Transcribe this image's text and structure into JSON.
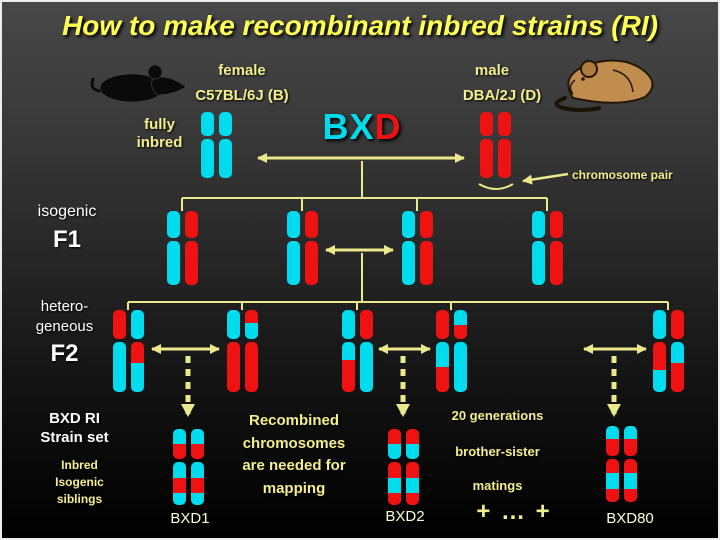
{
  "colors": {
    "cyan": "#00dcee",
    "red": "#ee1212",
    "yellow": "#f4ef8e",
    "title_yellow": "#ffff55",
    "white": "#ffffff",
    "pale": "#ffffd6",
    "line": "#ece88c"
  },
  "title": "How to make recombinant inbred strains (RI)",
  "parents": {
    "female_sex": "female",
    "female_strain": "C57BL/6J (B)",
    "male_sex": "male",
    "male_strain": "DBA/2J (D)",
    "fully_inbred_line1": "fully",
    "fully_inbred_line2": "inbred",
    "cross_bx": "BX",
    "cross_d": "D",
    "chromosome_pair_label": "chromosome pair"
  },
  "f1": {
    "side_label": "isogenic",
    "name": "F1"
  },
  "f2": {
    "side_label_line1": "hetero-",
    "side_label_line2": "geneous",
    "name": "F2"
  },
  "ri": {
    "set_label_line1": "BXD RI",
    "set_label_line2": "Strain set",
    "siblings_line1": "Inbred",
    "siblings_line2": "Isogenic",
    "siblings_line3": "siblings",
    "note_line1": "Recombined",
    "note_line2": "chromosomes",
    "note_line3": "are needed for",
    "note_line4": "mapping",
    "matings_line1": "20 generations",
    "matings_line2": "brother-sister",
    "matings_line3": "matings",
    "strain1": "BXD1",
    "strain2": "BXD2",
    "strain3": "BXD80",
    "plus_ellipsis": "+ … +"
  },
  "chromosomes": {
    "b": [
      [
        [
          "cyan",
          36
        ]
      ],
      [
        [
          "cyan",
          58
        ]
      ]
    ],
    "d": [
      [
        [
          "red",
          36
        ]
      ],
      [
        [
          "red",
          58
        ]
      ]
    ],
    "f2": [
      [
        [
          [
            [
              "red",
              34
            ]
          ],
          [
            [
              "cyan",
              60
            ]
          ]
        ],
        [
          [
            [
              "cyan",
              34
            ]
          ],
          [
            [
              "red",
              26
            ],
            [
              "cyan",
              34
            ]
          ]
        ]
      ],
      [
        [
          [
            [
              "cyan",
              34
            ]
          ],
          [
            [
              "red",
              60
            ]
          ]
        ],
        [
          [
            [
              "red",
              16
            ],
            [
              "cyan",
              18
            ]
          ],
          [
            [
              "red",
              60
            ]
          ]
        ]
      ],
      [
        [
          [
            [
              "cyan",
              34
            ]
          ],
          [
            [
              "cyan",
              22
            ],
            [
              "red",
              38
            ]
          ]
        ],
        [
          [
            [
              "red",
              34
            ]
          ],
          [
            [
              "cyan",
              60
            ]
          ]
        ]
      ],
      [
        [
          [
            [
              "red",
              34
            ]
          ],
          [
            [
              "cyan",
              30
            ],
            [
              "red",
              30
            ]
          ]
        ],
        [
          [
            [
              "cyan",
              18
            ],
            [
              "red",
              16
            ]
          ],
          [
            [
              "cyan",
              60
            ]
          ]
        ]
      ],
      [
        [
          [
            [
              "cyan",
              34
            ]
          ],
          [
            [
              "red",
              34
            ],
            [
              "cyan",
              26
            ]
          ]
        ],
        [
          [
            [
              "red",
              34
            ]
          ],
          [
            [
              "cyan",
              26
            ],
            [
              "red",
              34
            ]
          ]
        ]
      ]
    ],
    "ri": [
      [
        [
          [
            "cyan",
            17
          ],
          [
            "red",
            17
          ]
        ],
        [
          [
            "cyan",
            18
          ],
          [
            "red",
            16
          ],
          [
            "cyan",
            14
          ]
        ]
      ],
      [
        [
          [
            "red",
            17
          ],
          [
            "cyan",
            17
          ]
        ],
        [
          [
            "red",
            18
          ],
          [
            "cyan",
            16
          ],
          [
            "red",
            14
          ]
        ]
      ],
      [
        [
          [
            "cyan",
            15
          ],
          [
            "red",
            19
          ]
        ],
        [
          [
            "red",
            15
          ],
          [
            "cyan",
            18
          ],
          [
            "red",
            15
          ]
        ]
      ]
    ]
  }
}
